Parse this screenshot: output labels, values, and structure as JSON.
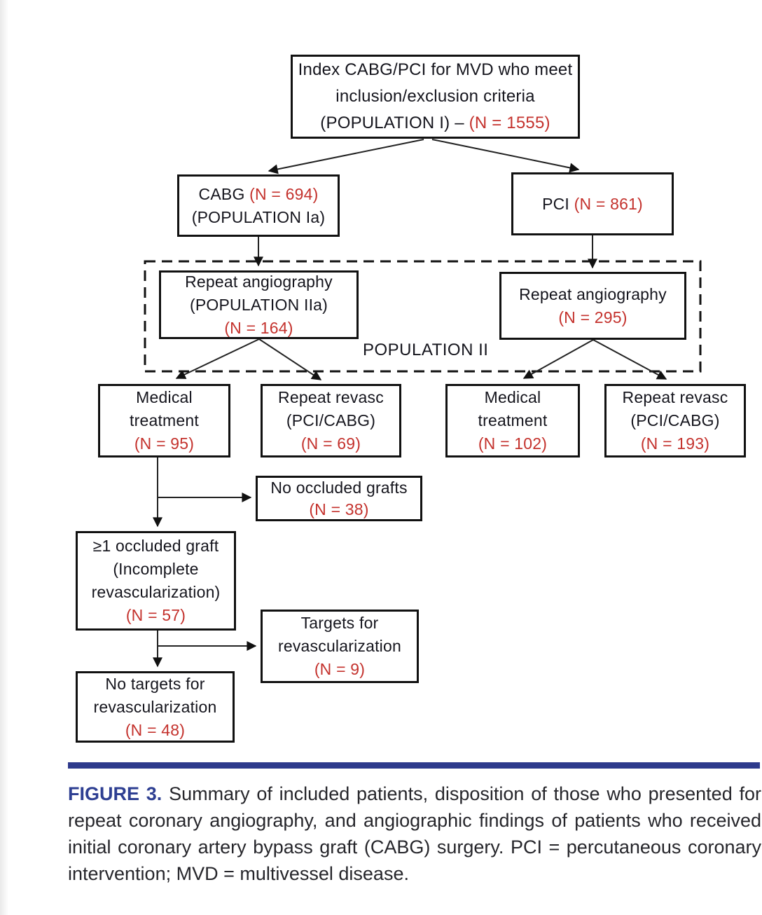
{
  "colors": {
    "accent_red": "#c4322d",
    "figure_blue": "#2e3f92",
    "divider_blue": "#2e3a8c",
    "box_border": "#111111",
    "text_dark": "#15151d"
  },
  "flowchart": {
    "pop1": {
      "l1": "Index CABG/PCI for MVD who meet",
      "l2": "inclusion/exclusion criteria",
      "l3_black": "(POPULATION I) – ",
      "l3_red": "(N = 1555)"
    },
    "cabg": {
      "l1_black": "CABG ",
      "l1_red": "(N = 694)",
      "l2": "(POPULATION Ia)"
    },
    "pci": {
      "l1_black": "PCI ",
      "l1_red": "(N = 861)"
    },
    "repeat_angio_left": {
      "l1": "Repeat angiography",
      "l2": "(POPULATION IIa)",
      "l3_red": "(N = 164)"
    },
    "repeat_angio_right": {
      "l1": "Repeat angiography",
      "l2_red": "(N = 295)"
    },
    "population2_label": "POPULATION II",
    "medical_left": {
      "l1": "Medical",
      "l2": "treatment",
      "l3_red": "(N = 95)"
    },
    "revasc_left": {
      "l1": "Repeat revasc",
      "l2": "(PCI/CABG)",
      "l3_red": "(N = 69)"
    },
    "medical_right": {
      "l1": "Medical",
      "l2": "treatment",
      "l3_red": "(N = 102)"
    },
    "revasc_right": {
      "l1": "Repeat revasc",
      "l2": "(PCI/CABG)",
      "l3_red": "(N = 193)"
    },
    "no_occluded_grafts": {
      "l1": "No occluded grafts",
      "l2_red": "(N = 38)"
    },
    "occluded_graft": {
      "l1": "≥1 occluded graft",
      "l2": "(Incomplete",
      "l3": "revascularization)",
      "l4_red": "(N = 57)"
    },
    "targets": {
      "l1": "Targets for",
      "l2": "revascularization",
      "l3_red": "(N = 9)"
    },
    "no_targets": {
      "l1": "No targets for",
      "l2": "revascularization",
      "l3_red": "(N = 48)"
    }
  },
  "caption": {
    "label": "FIGURE 3.",
    "text": " Summary of included patients, disposition of those who presented for repeat coronary angiography, and angiographic findings of patients who received initial coronary artery bypass graft (CABG) surgery. PCI = percutaneous coronary intervention; MVD = multivessel disease."
  }
}
